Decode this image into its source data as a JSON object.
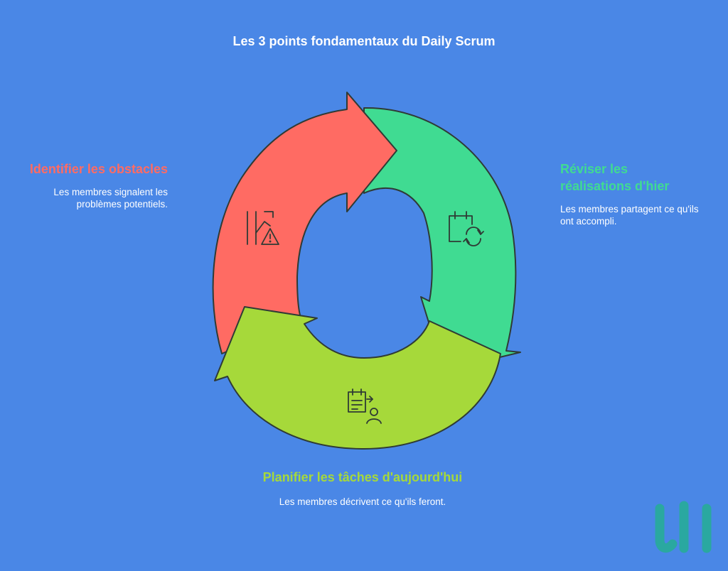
{
  "title": "Les 3 points fondamentaux du Daily Scrum",
  "steps": [
    {
      "heading": "Identifier les obstacles",
      "description": "Les membres signalent les problèmes potentiels.",
      "color": "#ff6b63",
      "icon": "obstacle-warning-icon"
    },
    {
      "heading": "Réviser les réalisations d'hier",
      "description": "Les membres partagent ce qu'ils ont accompli.",
      "color": "#40db92",
      "icon": "calendar-refresh-icon"
    },
    {
      "heading": "Planifier les tâches d'aujourd'hui",
      "description": "Les membres décrivent ce qu'ils feront.",
      "color": "#a6d93a",
      "icon": "task-list-person-icon"
    }
  ],
  "colors": {
    "background": "#4a87e6",
    "outline": "#2f3b35",
    "logo": "#2aa8a0"
  }
}
